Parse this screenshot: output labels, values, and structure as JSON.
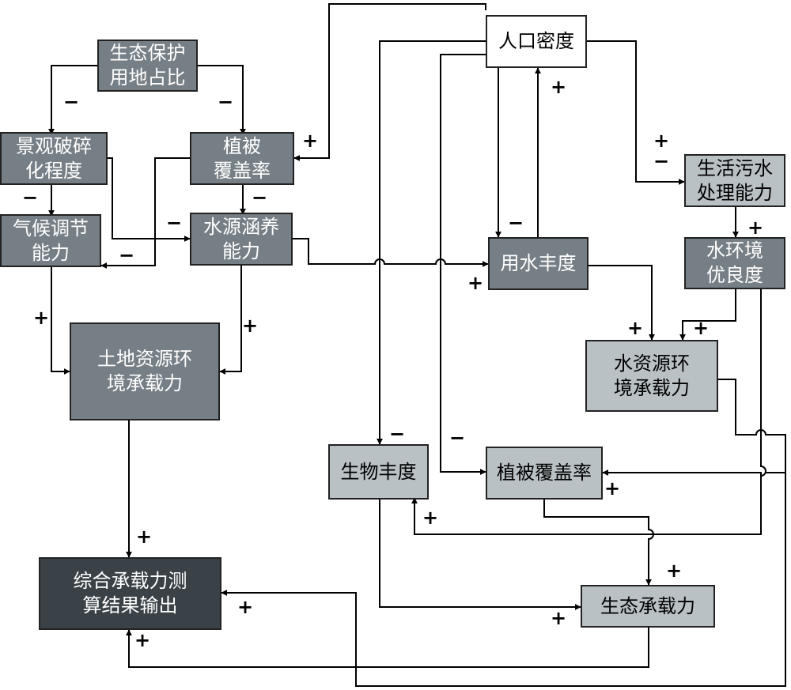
{
  "diagram": {
    "colors": {
      "dark": "#767f86",
      "light": "#b9c1c5",
      "black": "#3a4247",
      "white": "#ffffff",
      "line": "#000000"
    },
    "nodes": {
      "ecoland": "生态保护\n用地占比",
      "frag": "景观破碎\n化程度",
      "vegL": "植被\n覆盖率",
      "pop": "人口密度",
      "climate": "气候调节\n能力",
      "waterc": "水源涵养\n能力",
      "sewage": "生活污水\n处理能力",
      "wuse": "用水丰度",
      "wenv": "水环境\n优良度",
      "landcap": "土地资源环\n境承载力",
      "watercap": "水资源环\n境承载力",
      "bio": "生物丰度",
      "vegR": "植被覆盖率",
      "ecocap": "生态承载力",
      "total": "综合承载力测\n算结果输出"
    },
    "signs": [
      "−",
      "−",
      "+",
      "−",
      "−",
      "−",
      "−",
      "+",
      "−",
      "+",
      "+",
      "+",
      "+",
      "−",
      "+",
      "+",
      "+",
      "+",
      "−",
      "+",
      "+",
      "−",
      "+",
      "+",
      "+",
      "+",
      "+"
    ]
  }
}
